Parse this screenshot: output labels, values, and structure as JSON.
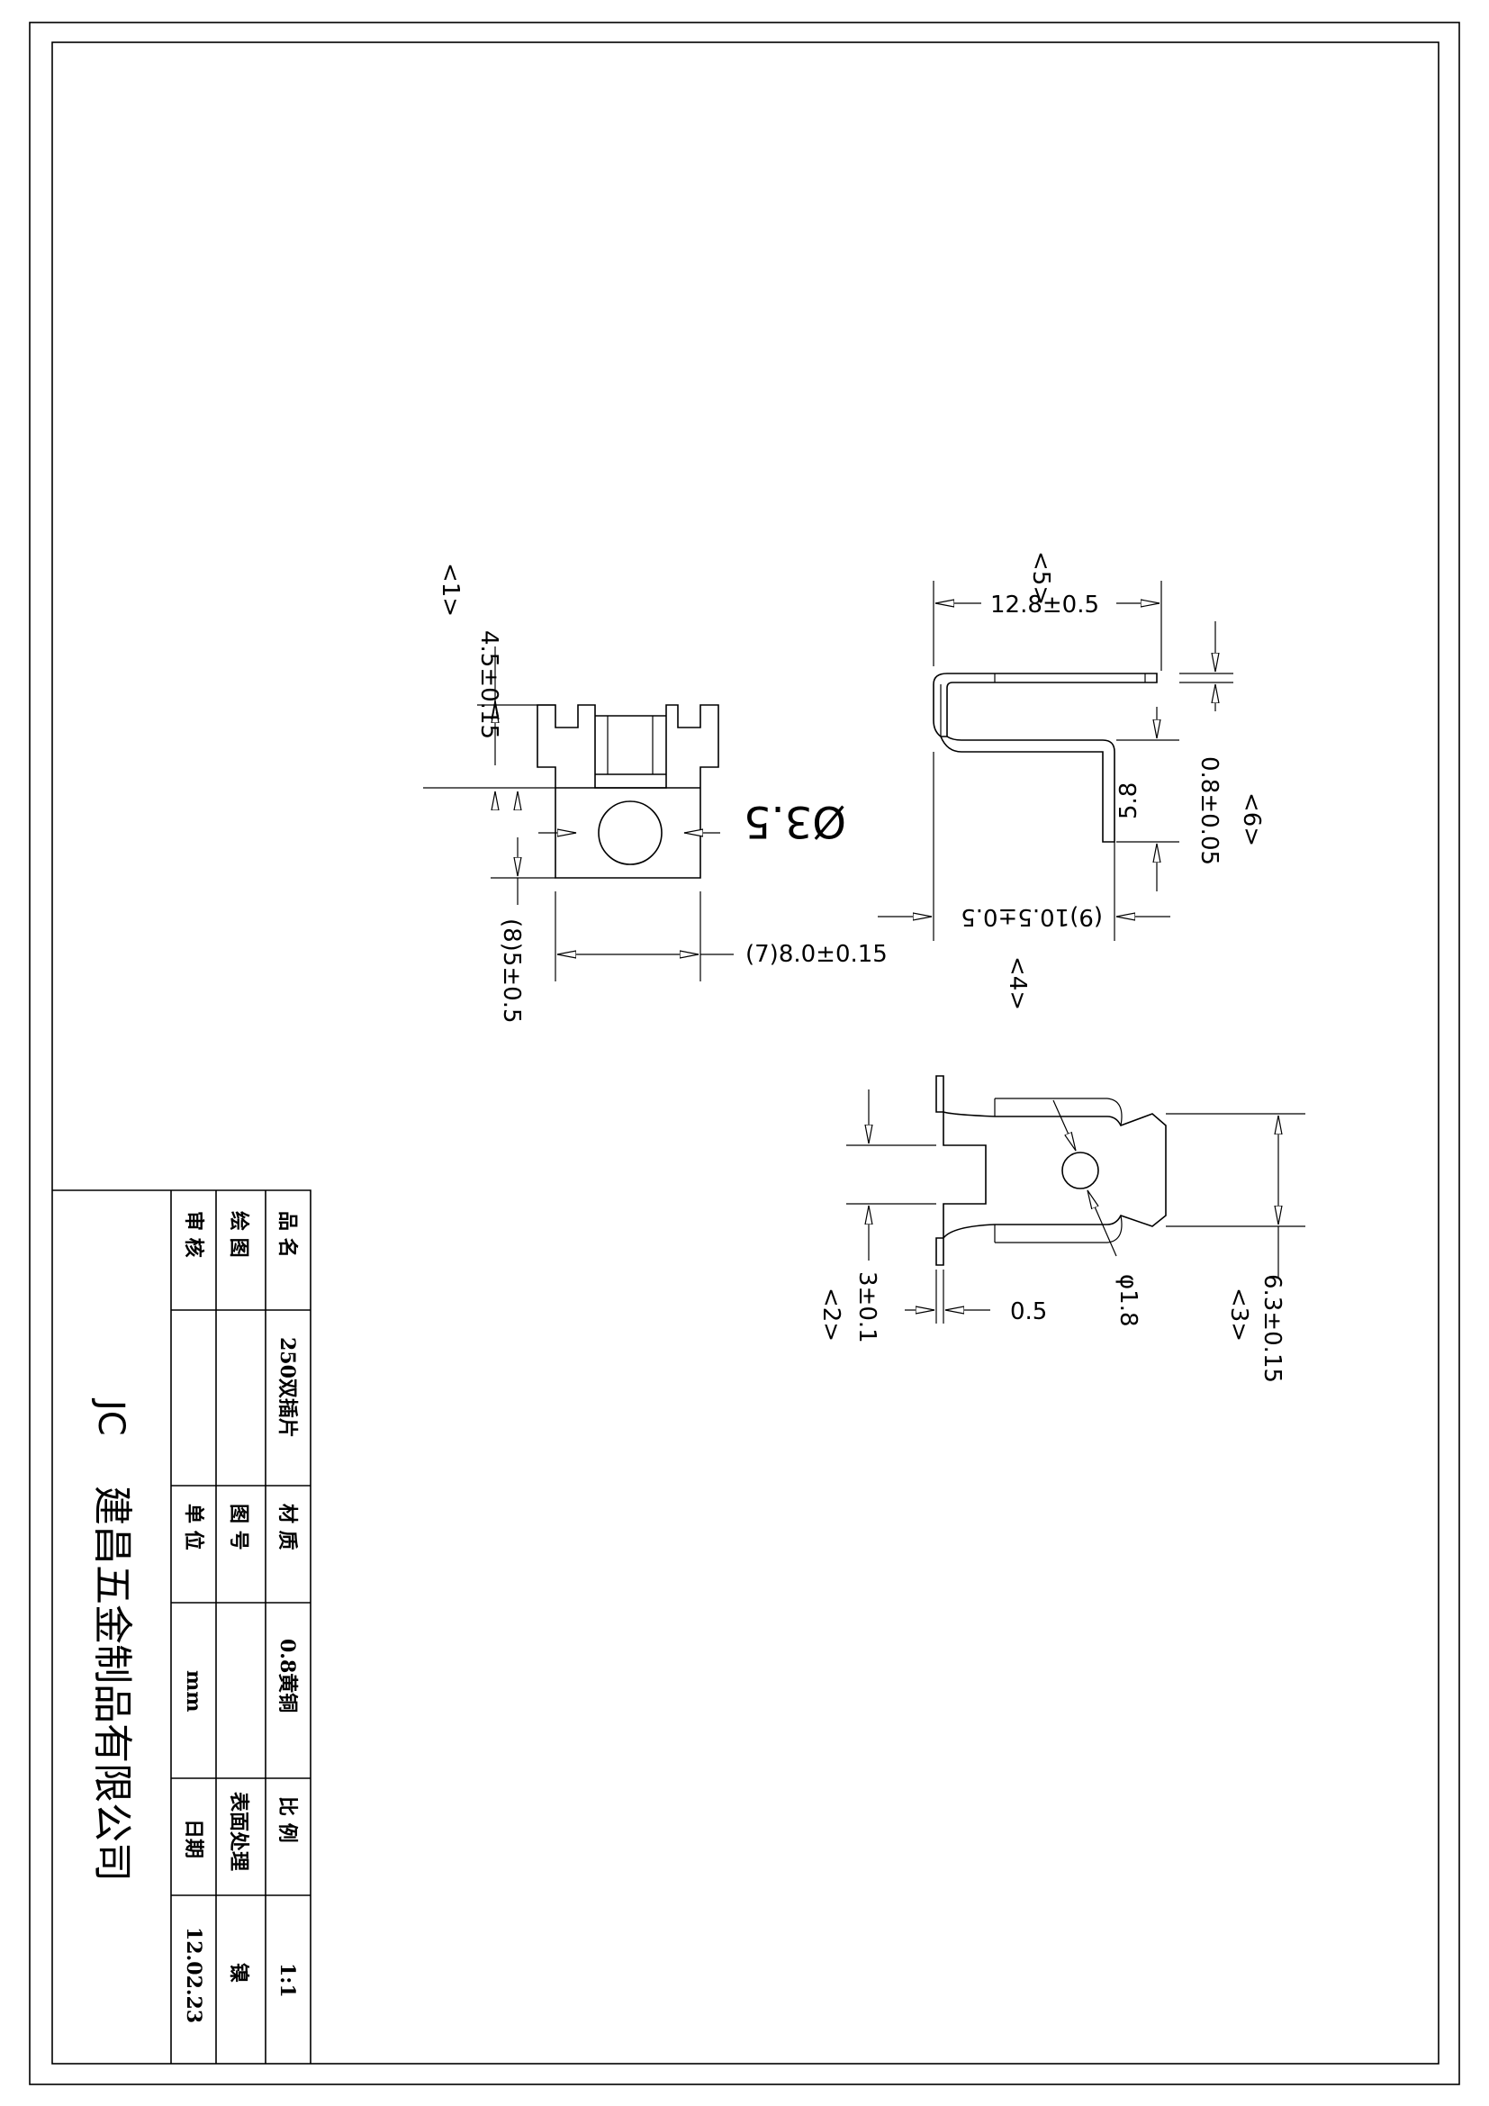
{
  "views": {
    "front": {
      "d_height_top": "4.5±0.15",
      "d_tag_1": "<1>",
      "d_hole": "Ø3.5",
      "d_width": "(7)8.0±0.15",
      "d_height_bottom": "(8)5±0.5"
    },
    "side": {
      "d_tag_5": "<5>",
      "d_length": "12.8±0.5",
      "d_thickness": "0.8±0.05",
      "d_tag_6": "<6>",
      "d_leg": "5.8",
      "d_base": "(9)10.5±0.5",
      "d_tag_4": "<4>"
    },
    "plan": {
      "d_gap": "3±0.1",
      "d_tag_2": "<2>",
      "d_offset": "0.5",
      "d_small_hole": "φ1.8",
      "d_tab_width": "6.3±0.15",
      "d_tag_3": "<3>"
    }
  },
  "title_block": {
    "product_name_label": "品   名",
    "product_name": "250双插片",
    "drawing_label": "绘   图",
    "review_label": "审   核",
    "material_label": "材   质",
    "material": "0.8黄铜",
    "drawing_no_label": "图   号",
    "unit_label": "单   位",
    "unit": "mm",
    "scale_label": "比   例",
    "scale": "1:1",
    "surface_label": "表面处理",
    "surface": "镍",
    "date_label": "日期",
    "date": "12.02.23",
    "company_prefix": "JC",
    "company": "建昌五金制品有限公司"
  }
}
